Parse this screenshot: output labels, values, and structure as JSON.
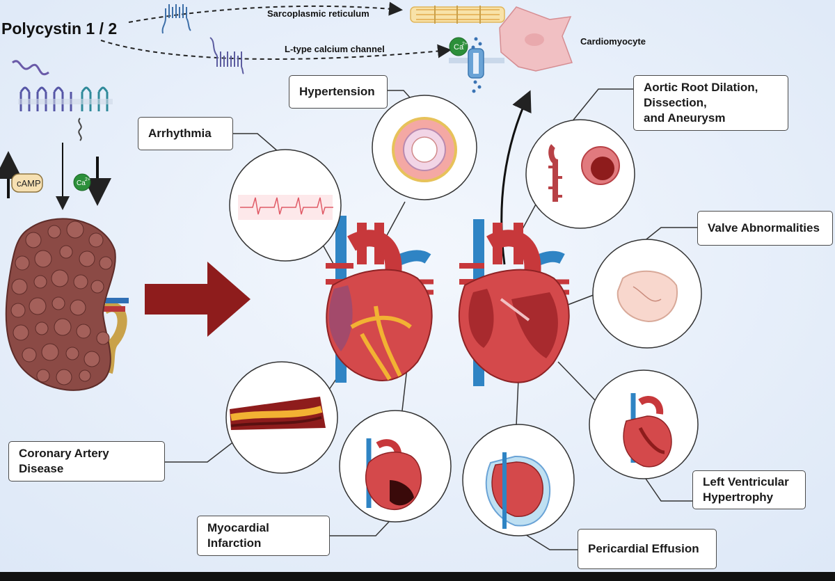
{
  "title": "Polycystin 1 / 2",
  "pathway": {
    "sr": "Sarcoplasmic reticulum",
    "ltype": "L-type calcium channel",
    "cardiomyocyte": "Cardiomyocyte",
    "ca_ion": "Ca",
    "ca_sup": "2+",
    "camp": "cAMP"
  },
  "labels": {
    "hypertension": "Hypertension",
    "arrhythmia": "Arrhythmia",
    "aortic": [
      "Aortic Root Dilation,",
      "Dissection,",
      "and Aneurysm"
    ],
    "valve": "Valve Abnormalities",
    "cad": "Coronary Artery Disease",
    "mi": "Myocardial Infarction",
    "lvh": [
      "Left Ventricular",
      "Hypertrophy"
    ],
    "pe": "Pericardial Effusion"
  },
  "colors": {
    "background": "#e8f0fb",
    "heart_red": "#c7383b",
    "vessel_blue": "#2f84c4",
    "kidney": "#8b4a45",
    "arrow_red": "#8e1c1c",
    "fat_yellow": "#f2b233"
  },
  "icons": [
    "polycystin-protein-icon",
    "kidney-icon",
    "heart-icon",
    "cardiomyocyte-icon",
    "ecg-icon",
    "artery-cross-section-icon",
    "aorta-icon",
    "valve-icon",
    "calcium-channel-icon",
    "sarcomere-icon"
  ]
}
